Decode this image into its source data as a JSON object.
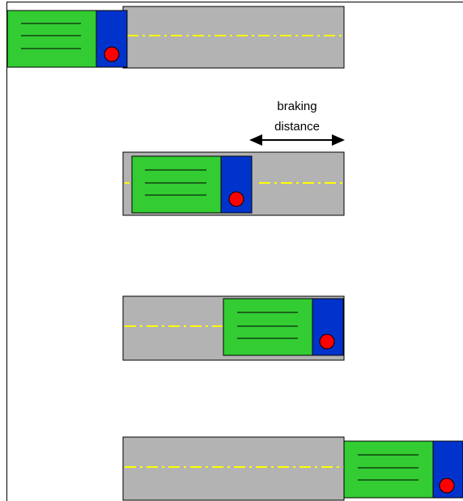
{
  "label": {
    "line1": "braking",
    "line2": "distance"
  },
  "colors": {
    "road": "#b3b3b3",
    "centerline": "#ffff00",
    "trailer": "#33cc33",
    "cab": "#0033cc",
    "light": "#ff0000",
    "outline": "#000000"
  },
  "scenes": [
    {
      "name": "scene-1"
    },
    {
      "name": "scene-2"
    },
    {
      "name": "scene-3"
    },
    {
      "name": "scene-4"
    }
  ]
}
